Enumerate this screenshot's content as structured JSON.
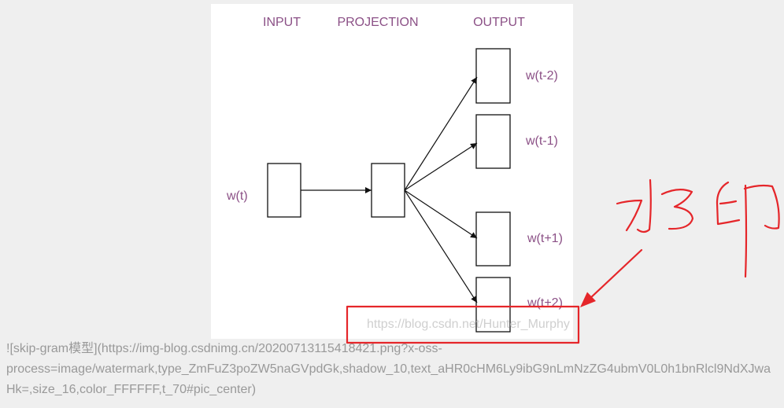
{
  "diagram": {
    "column_headers": [
      "INPUT",
      "PROJECTION",
      "OUTPUT"
    ],
    "input_word": "w(t)",
    "output_words": [
      "w(t-2)",
      "w(t-1)",
      "w(t+1)",
      "w(t+2)"
    ],
    "watermark_text": "https://blog.csdn.net/Hunter_Murphy"
  },
  "annotation": {
    "handwritten_note": "水印"
  },
  "markdown_source": {
    "lines": [
      "![skip-gram模型](https://img-blog.csdnimg.cn/20200713115418421.png?x-oss-",
      "process=image/watermark,type_ZmFuZ3poZW5naGVpdGk,shadow_10,text_aHR0cHM6Ly9ibG9nLmNzZG4ubmV0L0h1bnRlcl9NdXJwa",
      "Hk=,size_16,color_FFFFFF,t_70#pic_center)"
    ]
  },
  "colors": {
    "page_background": "#efefef",
    "diagram_label": "#8b5086",
    "watermark": "#cfcfcf",
    "annotation_red": "#e5262a",
    "source_text": "#999999"
  }
}
